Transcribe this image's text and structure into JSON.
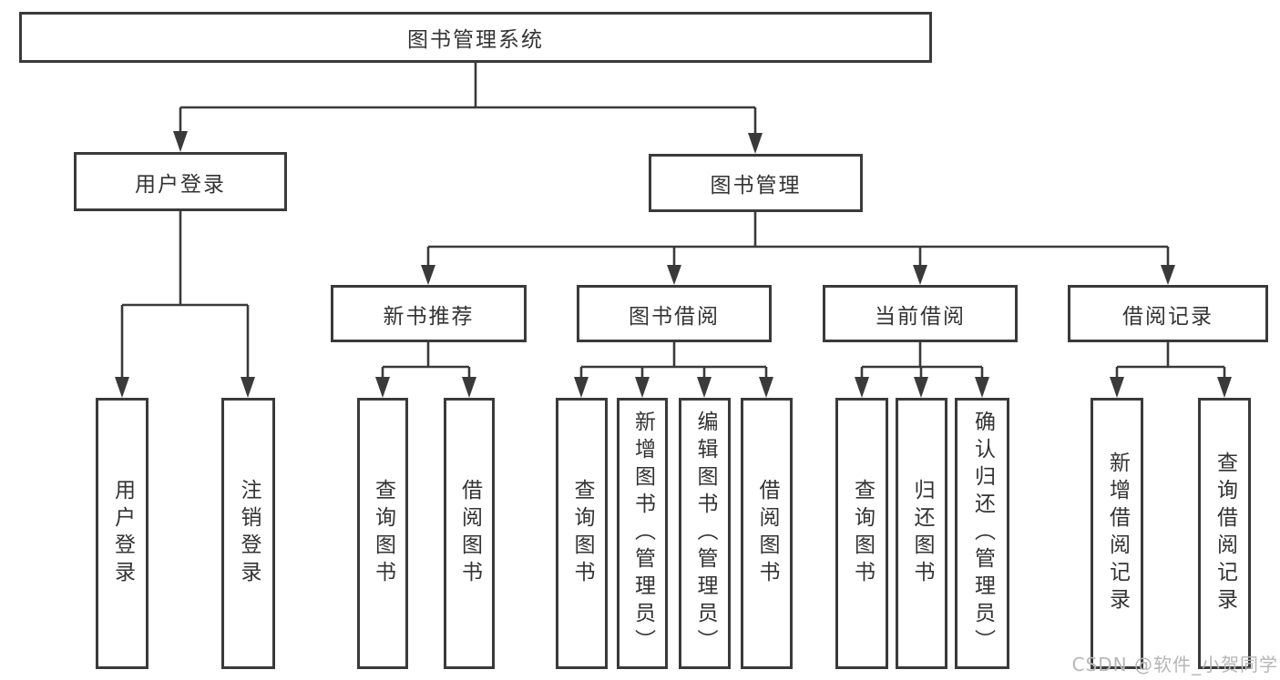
{
  "diagram": {
    "root": {
      "label": "图书管理系统"
    },
    "branches": [
      {
        "label": "用户登录",
        "children": [
          {
            "label": "用户登录"
          },
          {
            "label": "注销登录"
          }
        ]
      },
      {
        "label": "图书管理",
        "children": [
          {
            "label": "新书推荐",
            "children": [
              {
                "label": "查询图书"
              },
              {
                "label": "借阅图书"
              }
            ]
          },
          {
            "label": "图书借阅",
            "children": [
              {
                "label": "查询图书"
              },
              {
                "label": "新增图书（管理员）"
              },
              {
                "label": "编辑图书（管理员）"
              },
              {
                "label": "借阅图书"
              }
            ]
          },
          {
            "label": "当前借阅",
            "children": [
              {
                "label": "查询图书"
              },
              {
                "label": "归还图书"
              },
              {
                "label": "确认归还（管理员）"
              }
            ]
          },
          {
            "label": "借阅记录",
            "children": [
              {
                "label": "新增借阅记录"
              },
              {
                "label": "查询借阅记录"
              }
            ]
          }
        ]
      }
    ]
  },
  "watermark": {
    "text": "CSDN @软件_小贺同学"
  },
  "colors": {
    "line": "#3a3a3a",
    "text": "#333333",
    "watermark": "#b6b6b6",
    "background": "#ffffff"
  }
}
